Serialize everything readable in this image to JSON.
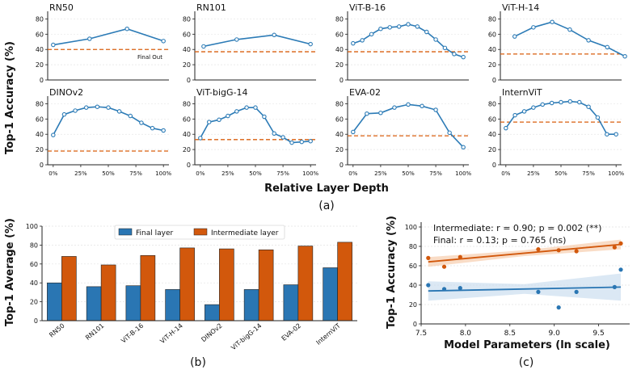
{
  "figure": {
    "panel_a_label": "(a)",
    "panel_b_label": "(b)",
    "panel_c_label": "(c)",
    "colors": {
      "line": "#2c7bb6",
      "dash": "#d95f0e",
      "final_bar": "#2a76b3",
      "inter_bar": "#d2580c",
      "fit_orange": "#d2580c",
      "fit_blue": "#2a76b3",
      "band_orange": "#f6c9a7",
      "band_blue": "#c8dcee"
    }
  },
  "chart_data": [
    {
      "type": "line",
      "panel": "a",
      "ylabel": "Top-1 Accuracy (%)",
      "xlabel": "Relative Layer Depth",
      "xticks": [
        "0%",
        "25%",
        "50%",
        "75%",
        "100%"
      ],
      "xtick_values": [
        0,
        25,
        50,
        75,
        100
      ],
      "yticks": [
        0,
        20,
        40,
        60,
        80
      ],
      "ylim": [
        0,
        90
      ],
      "xlim": [
        -5,
        105
      ],
      "dash_label": "Final Out",
      "subplots": [
        {
          "title": "RN50",
          "x": [
            0,
            33,
            67,
            100
          ],
          "y": [
            46,
            54,
            67,
            51
          ],
          "final": 40
        },
        {
          "title": "RN101",
          "x": [
            3,
            33,
            67,
            100
          ],
          "y": [
            44,
            53,
            59,
            47
          ],
          "final": 37
        },
        {
          "title": "ViT-B-16",
          "x": [
            0,
            8.3,
            16.7,
            25,
            33.3,
            41.7,
            50,
            58.3,
            66.7,
            75,
            83.3,
            91.7,
            100
          ],
          "y": [
            48,
            52,
            60,
            67,
            69,
            70,
            73,
            70,
            63,
            53,
            42,
            34,
            30
          ],
          "final": 37
        },
        {
          "title": "ViT-H-14",
          "x": [
            8,
            25,
            42,
            58,
            75,
            92,
            108
          ],
          "y": [
            57,
            69,
            76,
            66,
            52,
            43,
            31
          ],
          "final": 34
        },
        {
          "title": "DINOv2",
          "x": [
            0,
            10,
            20,
            30,
            40,
            50,
            60,
            70,
            80,
            90,
            100
          ],
          "y": [
            39,
            66,
            71,
            75,
            76,
            75,
            70,
            64,
            55,
            48,
            45
          ],
          "final": 18
        },
        {
          "title": "ViT-bigG-14",
          "x": [
            0,
            8,
            17,
            25,
            33,
            42,
            50,
            58,
            67,
            75,
            83,
            92,
            100
          ],
          "y": [
            35,
            56,
            59,
            64,
            70,
            75,
            75,
            63,
            41,
            36,
            29,
            30,
            31
          ],
          "final": 33
        },
        {
          "title": "EVA-02",
          "x": [
            0,
            12.5,
            25,
            37.5,
            50,
            62.5,
            75,
            87.5,
            100
          ],
          "y": [
            43,
            67,
            68,
            75,
            79,
            77,
            72,
            42,
            23
          ],
          "final": 38
        },
        {
          "title": "InternViT",
          "x": [
            0,
            8.3,
            16.7,
            25,
            33.3,
            41.7,
            50,
            58.3,
            66.7,
            75,
            83.3,
            91.7,
            100
          ],
          "y": [
            48,
            65,
            70,
            75,
            79,
            81,
            82,
            83,
            82,
            76,
            62,
            40,
            40
          ],
          "final": 56
        }
      ]
    },
    {
      "type": "bar",
      "panel": "b",
      "ylabel": "Top-1 Average (%)",
      "ylim": [
        0,
        100
      ],
      "yticks": [
        0,
        20,
        40,
        60,
        80,
        100
      ],
      "categories": [
        "RN50",
        "RN101",
        "ViT-B-16",
        "ViT-H-14",
        "DINOv2",
        "ViT-bigG-14",
        "EVA-02",
        "InternViT"
      ],
      "series": [
        {
          "name": "Final layer",
          "values": [
            40,
            36,
            37,
            33,
            17,
            33,
            38,
            56
          ]
        },
        {
          "name": "Intermediate layer",
          "values": [
            68,
            59,
            69,
            77,
            76,
            75,
            79,
            83
          ]
        }
      ],
      "legend": "top-center"
    },
    {
      "type": "scatter",
      "panel": "c",
      "xlabel": "Model Parameters (ln scale)",
      "ylabel": "Top-1 Accuracy (%)",
      "xlim": [
        7.5,
        9.85
      ],
      "ylim": [
        0,
        105
      ],
      "xticks": [
        7.5,
        8.0,
        8.5,
        9.0,
        9.5
      ],
      "xtick_labels": [
        "7.5",
        "8.0",
        "8.5",
        "9.0",
        "9.5"
      ],
      "yticks": [
        0,
        20,
        40,
        60,
        80,
        100
      ],
      "series": [
        {
          "name": "Intermediate",
          "x": [
            7.58,
            7.76,
            7.94,
            8.82,
            9.05,
            9.25,
            9.68,
            9.75
          ],
          "y": [
            68,
            59,
            69,
            77,
            76,
            75,
            79,
            83
          ],
          "fit": [
            [
              7.58,
              64
            ],
            [
              9.75,
              82
            ]
          ],
          "band_halfwidth": [
            5,
            3,
            5
          ]
        },
        {
          "name": "Final",
          "x": [
            7.58,
            7.76,
            7.94,
            8.82,
            9.05,
            9.25,
            9.68,
            9.75
          ],
          "y": [
            40,
            36,
            37,
            33,
            17,
            33,
            38,
            56
          ],
          "fit": [
            [
              7.58,
              34
            ],
            [
              9.75,
              38
            ]
          ],
          "band_halfwidth": [
            10,
            5,
            14
          ]
        }
      ],
      "annotations": [
        "Intermediate: r = 0.90; p = 0.002 (**)",
        "Final: r = 0.13; p = 0.765 (ns)"
      ]
    }
  ]
}
